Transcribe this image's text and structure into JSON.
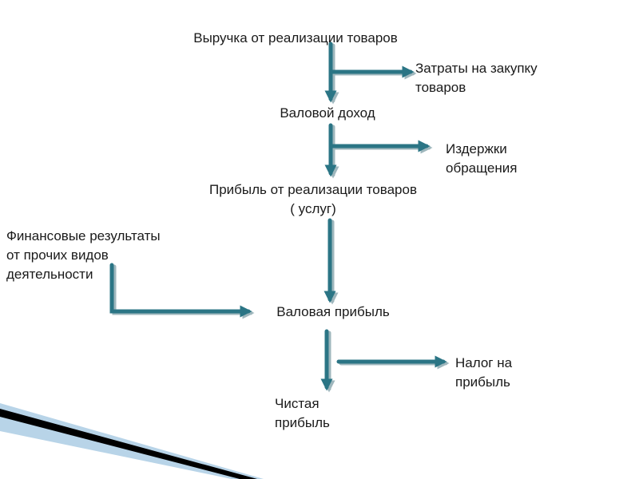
{
  "nodes": {
    "revenue": "Выручка от реализации товаров",
    "purchase_costs": "Затраты на закупку\nтоваров",
    "gross_income": "Валовой доход",
    "distribution_costs": "Издержки\nобращения",
    "sales_profit": "Прибыль от реализации товаров\n( услуг)",
    "other_results": "Финансовые результаты\nот прочих видов\nдеятельности",
    "gross_profit": "Валовая прибыль",
    "income_tax": "Налог на\nприбыль",
    "net_profit": "Чистая\nприбыль"
  },
  "colors": {
    "arrow": "#2b7585",
    "arrow_shadow": "#9fb7bd",
    "text": "#1a1a1a",
    "corner_dark": "#000000",
    "corner_light": "#b8d4e8"
  }
}
